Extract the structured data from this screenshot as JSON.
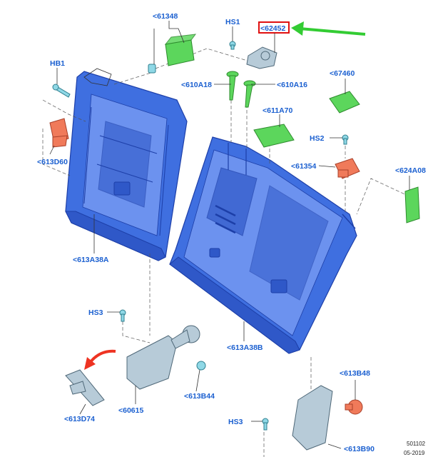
{
  "diagram": {
    "labels": {
      "p61348": "<61348",
      "hs1": "HS1",
      "p62452": "<62452",
      "hb1": "HB1",
      "p610A18": "<610A18",
      "p610A16": "<610A16",
      "p67460": "<67460",
      "p611A70": "<611A70",
      "hs2": "HS2",
      "p613D60": "<613D60",
      "p61354": "<61354",
      "p624A08": "<624A08",
      "p613A38A": "<613A38A",
      "hs3_top": "HS3",
      "p613A38B": "<613A38B",
      "p613B48": "<613B48",
      "p613B44": "<613B44",
      "p60615": "<60615",
      "p613D74": "<613D74",
      "hs3_bottom": "HS3",
      "p613B90": "<613B90"
    },
    "reference_line1": "501102",
    "reference_line2": "05-2019",
    "colors": {
      "label_text": "#1a5fd0",
      "seat_frame": "#3f6fe0",
      "green_parts": "#5cd65c",
      "orange_parts": "#f07a5a",
      "highlight_box": "#e01010",
      "arrow_green": "#33cc33",
      "arrow_red": "#ee3322"
    }
  }
}
